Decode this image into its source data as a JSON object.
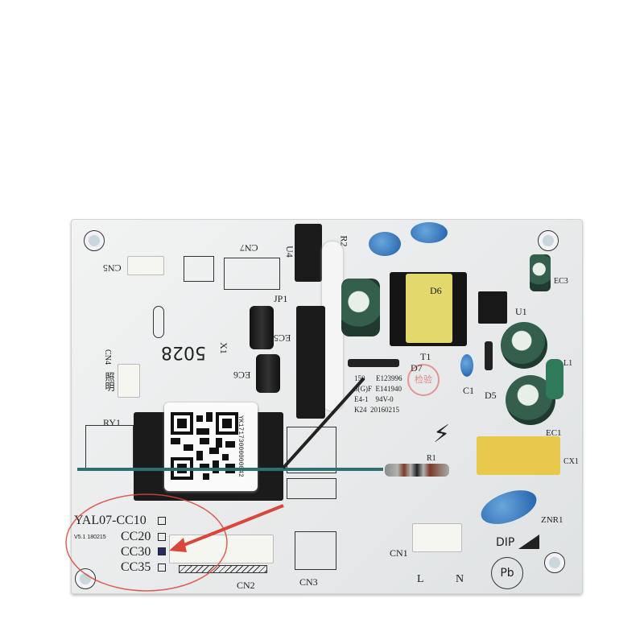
{
  "board": {
    "model": "YAL07-CC10",
    "version": "V5.1 180215",
    "variants": [
      {
        "label": "CC20",
        "checked": false
      },
      {
        "label": "CC30",
        "checked": true
      },
      {
        "label": "CC35",
        "checked": false
      }
    ],
    "handwritten": "5028",
    "qr_text": "YK17173000000042",
    "lighting_label": "照明",
    "markings": {
      "line1a": "150",
      "line1b": "E123996",
      "line2a": "5(G)F",
      "line2b": "E141940",
      "line3": "E4-1",
      "rating": "94V-0",
      "line4a": "K24",
      "date": "20160215"
    },
    "stamp": "检验",
    "dip": "DIP",
    "pb": "Pb"
  },
  "designators": {
    "cn5": "CN5",
    "cn7": "CN7",
    "cn4": "CN4",
    "jp1": "JP1",
    "r2": "R2",
    "u4": "U4",
    "ec5": "EC5",
    "ec6": "EC6",
    "x1": "X1",
    "ry1": "RY1",
    "t1": "T1",
    "d7": "D7",
    "d6": "D6",
    "u1": "U1",
    "ec3": "EC3",
    "c1": "C1",
    "d5": "D5",
    "l1": "L1",
    "ec1": "EC1",
    "cx1": "CX1",
    "r1": "R1",
    "znr1": "ZNR1",
    "cn1": "CN1",
    "l": "L",
    "n": "N",
    "cn2": "CN2",
    "cn3": "CN3"
  },
  "annotation": {
    "color": "#d9473a"
  }
}
